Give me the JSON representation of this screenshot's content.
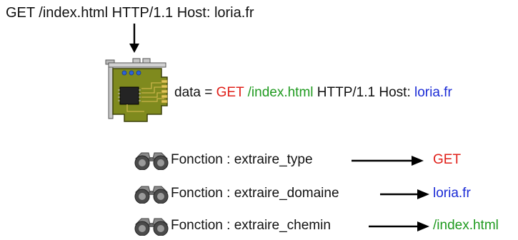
{
  "request_text": "GET /index.html HTTP/1.1 Host: loria.fr",
  "data_line": {
    "prefix": "data = ",
    "method": "GET",
    "path": "/index.html",
    "protocol": "HTTP/1.1 Host:",
    "host": "loria.fr"
  },
  "functions": [
    {
      "label": "Fonction : extraire_type",
      "result": "GET",
      "result_color": "#e0201a"
    },
    {
      "label": "Fonction : extraire_domaine",
      "result": "loria.fr",
      "result_color": "#1b2bd6"
    },
    {
      "label": "Fonction : extraire_chemin",
      "result": "/index.html",
      "result_color": "#1f9a1f"
    }
  ],
  "icons": {
    "card": "network-card-icon",
    "binoculars": "binoculars-icon",
    "arrow": "arrow-right-icon"
  },
  "colors": {
    "method": "#e0201a",
    "path": "#1f9a1f",
    "host": "#1b2bd6"
  }
}
